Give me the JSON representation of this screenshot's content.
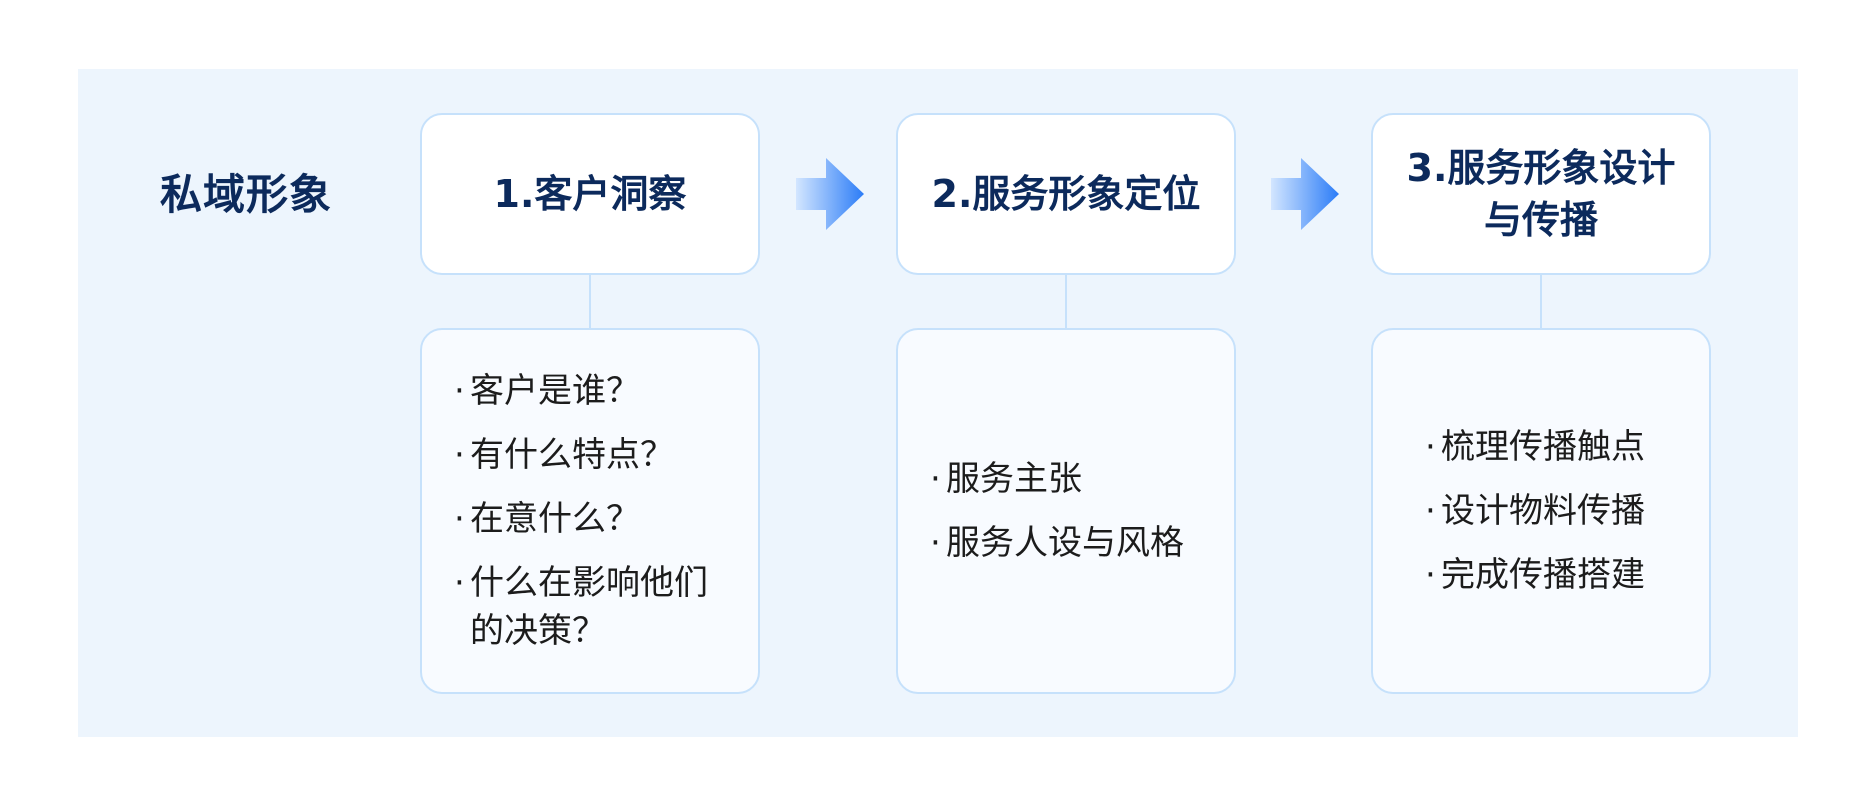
{
  "row_label": "私域形象",
  "steps": [
    {
      "title": "1.客户洞察",
      "items": [
        "客户是谁？",
        "有什么特点？",
        "在意什么？",
        "什么在影响他们的决策？"
      ]
    },
    {
      "title": "2.服务形象定位",
      "items": [
        "服务主张",
        "服务人设与风格"
      ]
    },
    {
      "title": "3.服务形象设计\n与传播",
      "items": [
        "梳理传播触点",
        "设计物料传播",
        "完成传播搭建"
      ]
    }
  ],
  "bullet": "·",
  "colors": {
    "panel_bg": "#edf5fd",
    "card_border": "#c6e1fb",
    "title_text": "#0c2a5c",
    "arrow_start": "#cfe3ff",
    "arrow_end": "#2b7cf7"
  },
  "icons": {
    "flow_arrow": "right-arrow-icon"
  }
}
